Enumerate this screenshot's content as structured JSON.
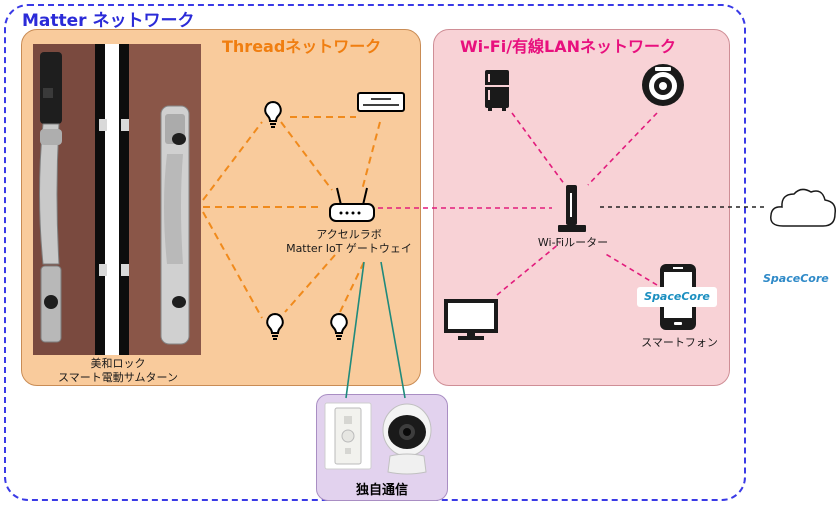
{
  "zones": {
    "matter": {
      "title": "Matter ネットワーク"
    },
    "thread": {
      "title": "Threadネットワーク"
    },
    "wifi": {
      "title": "Wi-Fi/有線LANネットワーク"
    },
    "proprietary": {
      "title": "独自通信"
    }
  },
  "devices": {
    "lock": {
      "label_line1": "美和ロック",
      "label_line2": "スマート電動サムターン"
    },
    "gateway": {
      "label_line1": "アクセルラボ",
      "label_line2": "Matter IoT ゲートウェイ"
    },
    "wifi_router": {
      "label": "Wi-Fiルーター"
    },
    "smartphone": {
      "label": "スマートフォン",
      "badge": "SpaceCore"
    },
    "cloud": {
      "label": "SpaceCore"
    }
  },
  "colors": {
    "matter": "#3a3ae6",
    "thread_line": "#f08a1c",
    "wifi_line": "#e21c7c",
    "proprietary_line": "#1f8a7c",
    "internet_line": "#222222"
  }
}
